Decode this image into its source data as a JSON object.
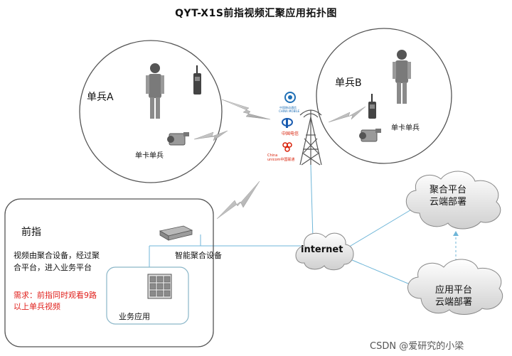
{
  "title": "QYT-X1S前指视频汇聚应用拓扑图",
  "soldier_a": {
    "label": "单兵A",
    "camera_label": "单卡单兵"
  },
  "soldier_b": {
    "label": "单兵B",
    "camera_label": "单卡单兵"
  },
  "carriers": {
    "mobile": "中国移动通信 CHINA MOBILE",
    "telecom": "中国电信",
    "unicom": "China unicom中国联通"
  },
  "front": {
    "label": "前指",
    "desc_line1": "视频由聚合设备，经过聚",
    "desc_line2": "合平台，进入业务平台",
    "req_line1": "需求：前指同时观看9路",
    "req_line2": "以上单兵视频",
    "device_label": "智能聚合设备",
    "app_label": "业务应用"
  },
  "internet": "internet",
  "cloud_platform": {
    "line1": "聚合平台",
    "line2": "云端部署"
  },
  "cloud_app": {
    "line1": "应用平台",
    "line2": "云端部署"
  },
  "watermark": "CSDN @爱研究的小梁"
}
